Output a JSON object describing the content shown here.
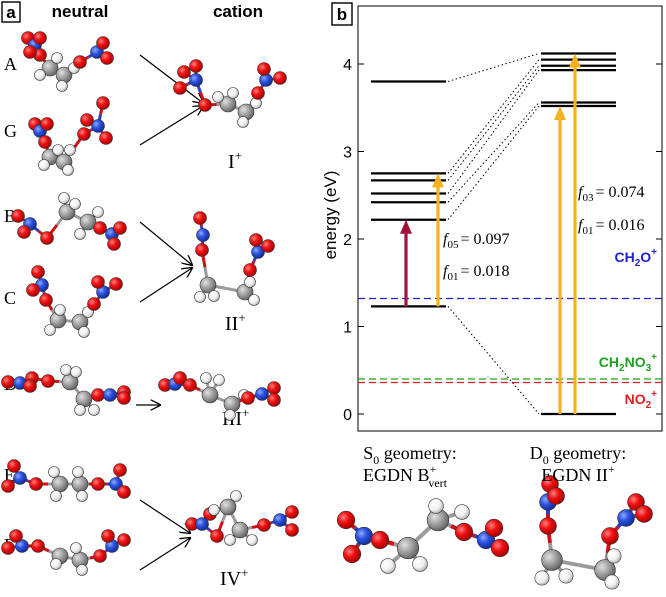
{
  "panel_a": {
    "badge": "a",
    "header_neutral": "neutral",
    "header_cation": "cation",
    "labels": [
      "A",
      "G",
      "B",
      "C",
      "D",
      "E",
      "F"
    ],
    "products": {
      "I": {
        "base": "I",
        "sup": "+"
      },
      "II": {
        "base": "II",
        "sup": "+"
      },
      "III": {
        "base": "III",
        "sup": "+"
      },
      "IV": {
        "base": "IV",
        "sup": "+"
      }
    }
  },
  "panel_b": {
    "badge": "b",
    "ylabel": "energy (eV)",
    "yticks": [
      "0",
      "1",
      "2",
      "3",
      "4"
    ],
    "left_caption": {
      "line1_a": "S",
      "line1_sub": "0",
      "line1_b": " geometry:",
      "line2_a": "EGDN B",
      "line2_sup": "+",
      "line2_sub": "vert"
    },
    "right_caption": {
      "line1_a": "D",
      "line1_sub": "0",
      "line1_b": " geometry:",
      "line2_a": "EGDN II",
      "line2_sup": "+"
    },
    "f05": {
      "f": "f",
      "sub": "05",
      "val": "= 0.097"
    },
    "f01_left": {
      "f": "f",
      "sub": "01",
      "val": "= 0.018"
    },
    "f03": {
      "f": "f",
      "sub": "03",
      "val": "= 0.074"
    },
    "f01_right": {
      "f": "f",
      "sub": "01",
      "val": "= 0.016"
    },
    "thresholds": [
      {
        "text_a": "CH",
        "text_sub": "2",
        "text_b": "O",
        "text_sup": "+",
        "value": 1.32,
        "color": "#1f1fcf"
      },
      {
        "text_a": "CH",
        "text_sub": "2",
        "text_b": "NO",
        "text_sub2": "3",
        "text_sup": "+",
        "value": 0.4,
        "color": "#1ea01e"
      },
      {
        "text_a": "NO",
        "text_sub": "2",
        "text_sup": "+",
        "value": 0.36,
        "color": "#e01f1f"
      }
    ],
    "colors": {
      "red_arrow": "#a3123a",
      "orange_arrow": "#f6b020"
    }
  },
  "chart_data": {
    "type": "energy-level diagram",
    "ylabel": "energy (eV)",
    "ylim": [
      0,
      4.5
    ],
    "yticks": [
      0,
      1,
      2,
      3,
      4
    ],
    "columns": [
      {
        "name": "S0 geometry: EGDN B+vert",
        "levels": [
          1.23,
          2.22,
          2.42,
          2.52,
          2.67,
          2.75,
          3.8
        ]
      },
      {
        "name": "D0 geometry: EGDN II+",
        "levels": [
          0.0,
          3.52,
          3.56,
          3.93,
          3.98,
          4.05,
          4.12
        ]
      }
    ],
    "transitions": [
      {
        "column": 0,
        "from": 1.23,
        "to": 2.22,
        "color": "red"
      },
      {
        "column": 0,
        "from": 1.23,
        "to": 2.75,
        "color": "orange",
        "labels": [
          "f05 = 0.097",
          "f01 = 0.018"
        ]
      },
      {
        "column": 1,
        "from": 0.0,
        "to": 3.52,
        "color": "orange"
      },
      {
        "column": 1,
        "from": 0.0,
        "to": 4.12,
        "color": "orange",
        "labels": [
          "f03 = 0.074",
          "f01 = 0.016"
        ]
      }
    ],
    "thresholds": [
      {
        "name": "CH2O+",
        "value": 1.32
      },
      {
        "name": "CH2NO3+",
        "value": 0.4
      },
      {
        "name": "NO2+",
        "value": 0.36
      }
    ]
  }
}
